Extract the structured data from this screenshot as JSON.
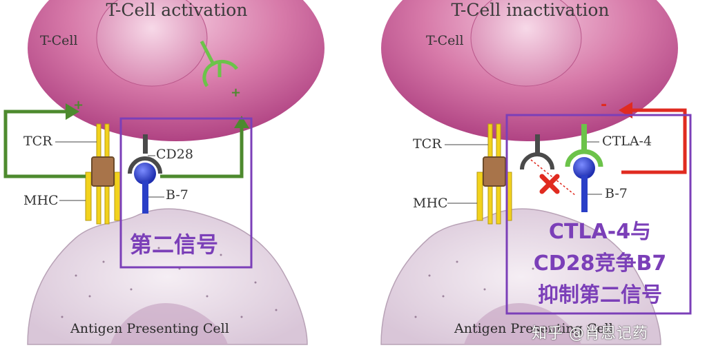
{
  "left": {
    "title": "T-Cell activation",
    "tcell_label": "T-Cell",
    "tcr_label": "TCR",
    "mhc_label": "MHC",
    "cd28_label": "CD28",
    "b7_label": "B-7",
    "apc_label": "Antigen Presenting Cell",
    "plus_sign_1": "+",
    "plus_sign_2": "+",
    "annotation": "第二信号"
  },
  "right": {
    "title": "T-Cell inactivation",
    "tcell_label": "T-Cell",
    "tcr_label": "TCR",
    "mhc_label": "MHC",
    "ctla4_label": "CTLA-4",
    "b7_label": "B-7",
    "apc_label": "Antigen Presenting Cell",
    "minus_sign": "-",
    "annotation_line1": "CTLA-4与",
    "annotation_line2": "CD28竞争B7",
    "annotation_line3": "抑制第二信号"
  },
  "watermark": "知乎 @肖恩记药",
  "colors": {
    "tcell": "#c85a95",
    "apc": "#e8dce8",
    "tcr": "#f2d21d",
    "mhc_core": "#a8744a",
    "b7": "#2a3fc7",
    "cd28": "#4a4a4a",
    "ctla4": "#6cc34a",
    "activation_arrow": "#4d8a2e",
    "inhibition_arrow": "#e02b20",
    "annotation_box": "#7b3fb8"
  }
}
